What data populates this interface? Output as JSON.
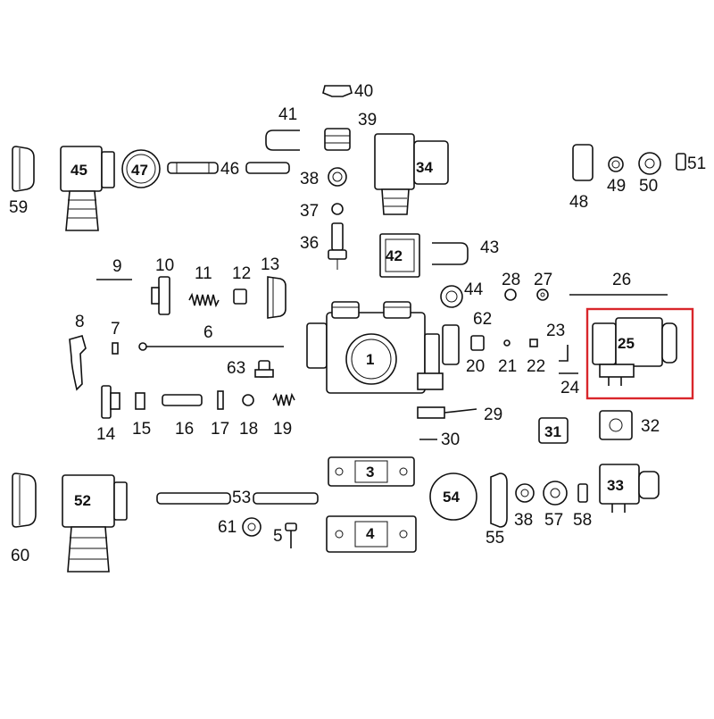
{
  "labels": {
    "l1": "1",
    "l3": "3",
    "l4": "4",
    "l5": "5",
    "l6": "6",
    "l7": "7",
    "l8": "8",
    "l9": "9",
    "l10": "10",
    "l11": "11",
    "l12": "12",
    "l13": "13",
    "l14": "14",
    "l15": "15",
    "l16": "16",
    "l17": "17",
    "l18": "18",
    "l19": "19",
    "l20": "20",
    "l21": "21",
    "l22": "22",
    "l23": "23",
    "l24": "24",
    "l25": "25",
    "l26": "26",
    "l27": "27",
    "l28": "28",
    "l29": "29",
    "l30": "30",
    "l31": "31",
    "l32": "32",
    "l33": "33",
    "l34": "34",
    "l36": "36",
    "l37": "37",
    "l38": "38",
    "l38b": "38",
    "l39": "39",
    "l40": "40",
    "l41": "41",
    "l42": "42",
    "l43": "43",
    "l44": "44",
    "l45": "45",
    "l46": "46",
    "l47": "47",
    "l48": "48",
    "l49": "49",
    "l50": "50",
    "l51": "51",
    "l52": "52",
    "l53": "53",
    "l54": "54",
    "l55": "55",
    "l57": "57",
    "l58": "58",
    "l59": "59",
    "l60": "60",
    "l61": "61",
    "l62": "62",
    "l63": "63"
  },
  "highlight": {
    "part": "25",
    "color": "#d9262b"
  }
}
